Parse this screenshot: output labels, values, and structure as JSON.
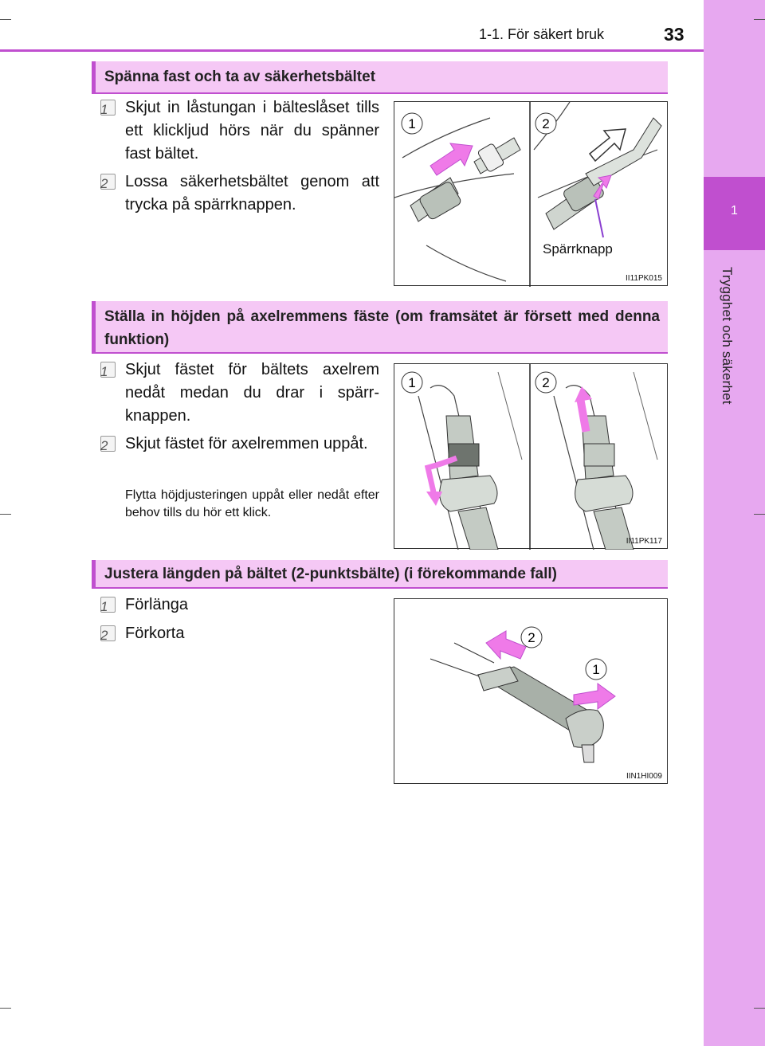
{
  "header": {
    "title": "1-1. För säkert bruk",
    "page_number": "33"
  },
  "sidebar": {
    "chapter_number": "1",
    "chapter_title": "Trygghet och säkerhet"
  },
  "sections": [
    {
      "heading": "Spänna fast och ta av säkerhetsbältet",
      "steps": [
        {
          "num": "1",
          "text": "Skjut in låstungan i bälteslåset tills ett klickljud hörs när du spänner fast bältet."
        },
        {
          "num": "2",
          "text": "Lossa säkerhetsbältet genom att trycka på spärrknappen."
        }
      ],
      "figure": {
        "code": "II11PK015",
        "panel_labels": [
          "1",
          "2"
        ],
        "callout": "Spärrknapp"
      }
    },
    {
      "heading": "Ställa in höjden på axelremmens fäste (om framsätet är försett med denna funktion)",
      "steps": [
        {
          "num": "1",
          "text": "Skjut fästet för bältets axelrem nedåt medan du drar i spärr-knappen."
        },
        {
          "num": "2",
          "text": "Skjut fästet för axelremmen uppåt."
        }
      ],
      "note": "Flytta höjdjusteringen uppåt eller nedåt efter behov tills du hör ett klick.",
      "figure": {
        "code": "II11PK117",
        "panel_labels": [
          "1",
          "2"
        ]
      }
    },
    {
      "heading": "Justera längden på bältet (2-punktsbälte) (i förekommande fall)",
      "steps": [
        {
          "num": "1",
          "text": "Förlänga"
        },
        {
          "num": "2",
          "text": "Förkorta"
        }
      ],
      "figure": {
        "code": "IIN1HI009",
        "labels": [
          "2",
          "1"
        ]
      }
    }
  ],
  "colors": {
    "accent": "#c04fcf",
    "sidebar": "#e7a8f0",
    "heading_bg": "#f5c8f5",
    "arrow": "#ef7ae8"
  }
}
